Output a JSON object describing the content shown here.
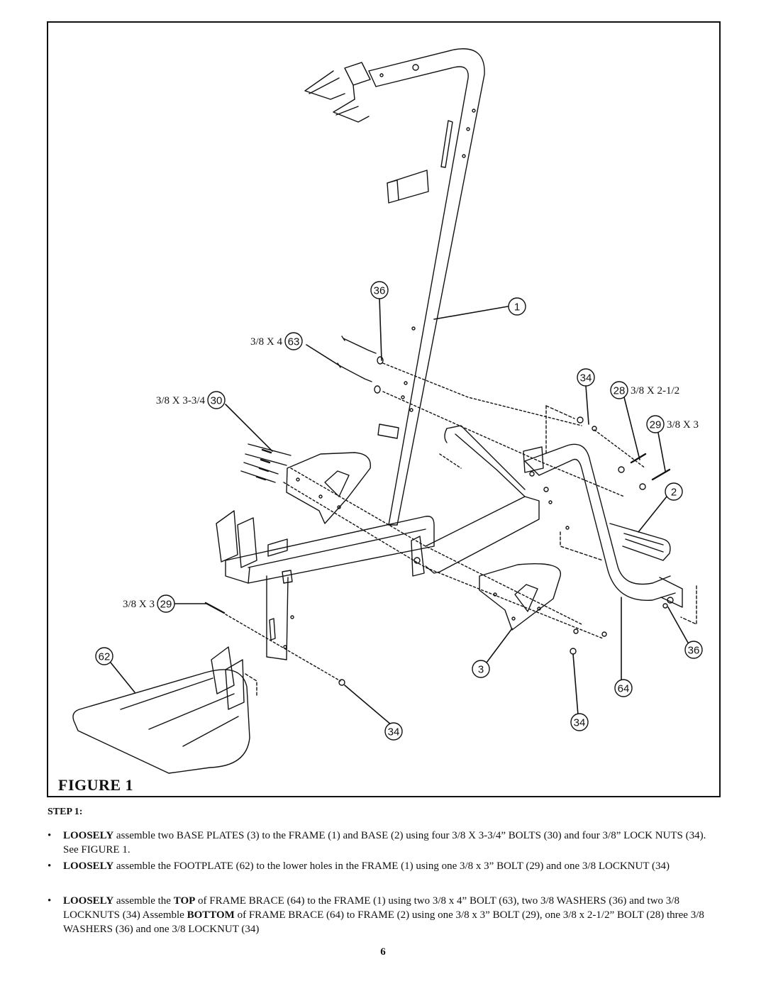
{
  "figure": {
    "title": "FIGURE 1",
    "callouts": {
      "p36_top": "36",
      "p1": "1",
      "p63": "63",
      "p63_dim": "3/8 X 4",
      "p30": "30",
      "p30_dim": "3/8 X 3-3/4",
      "p34_top": "34",
      "p28": "28",
      "p28_dim": "3/8 X 2-1/2",
      "p29_right": "29",
      "p29_right_dim": "3/8 X 3",
      "p2": "2",
      "p29_left": "29",
      "p29_left_dim": "3/8 X 3",
      "p62": "62",
      "p36_bottom": "36",
      "p3": "3",
      "p64": "64",
      "p34_mid": "34",
      "p34_bottom": "34"
    }
  },
  "step": {
    "heading": "STEP 1:",
    "bullet": "•",
    "instructions": [
      {
        "lead": "LOOSELY",
        "text": " assemble two BASE PLATES (3) to the FRAME (1) and BASE (2) using four 3/8 X 3-3/4” BOLTS (30) and four 3/8” LOCK NUTS (34). See FIGURE 1."
      },
      {
        "lead": "LOOSELY",
        "text": " assemble the FOOTPLATE (62) to the lower holes in the FRAME (1) using one 3/8 x 3” BOLT (29)  and one 3/8 LOCKNUT (34)"
      },
      {
        "lead": "LOOSELY",
        "part1": " assemble the ",
        "top_word": "TOP",
        "part2": " of FRAME BRACE (64) to the FRAME (1) using two 3/8 x 4” BOLT (63), two 3/8 WASHERS (36) and two 3/8 LOCKNUTS (34)  Assemble ",
        "bottom_word": "BOTTOM",
        "part3": " of FRAME BRACE (64) to FRAME (2) using one 3/8 x 3” BOLT (29), one 3/8 x 2-1/2” BOLT (28) three 3/8 WASHERS (36) and one 3/8 LOCKNUT (34)"
      }
    ]
  },
  "page_number": "6"
}
